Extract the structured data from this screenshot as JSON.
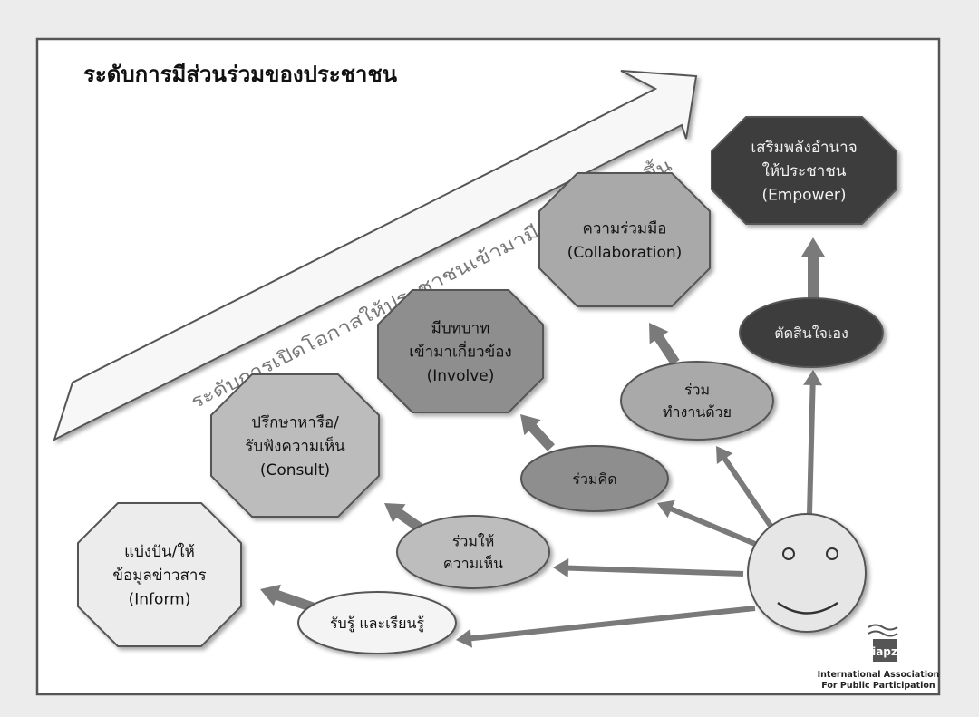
{
  "title": "ระดับการมีส่วนร่วมของประชาชน",
  "arrow_label": "ระดับการเปิดโอกาสให้ประชาชนเข้ามามีส่วนร่วมที่สูงขึ้น",
  "levels": [
    {
      "lines": [
        "แบ่งปัน/ให้",
        "ข้อมูลข่าวสาร",
        "(Inform)"
      ],
      "fill": "#ececec"
    },
    {
      "lines": [
        "ปรึกษาหารือ/",
        "รับฟังความเห็น",
        "(Consult)"
      ],
      "fill": "#bcbcbc"
    },
    {
      "lines": [
        "มีบทบาท",
        "เข้ามาเกี่ยวข้อง",
        "(Involve)"
      ],
      "fill": "#8e8e8e"
    },
    {
      "lines": [
        "ความร่วมมือ",
        "(Collaboration)"
      ],
      "fill": "#a9a9a9"
    },
    {
      "lines": [
        "เสริมพลังอำนาจ",
        "ให้ประชาชน",
        "(Empower)"
      ],
      "fill": "#3e3e3e"
    }
  ],
  "actions": [
    {
      "lines": [
        "รับรู้ และเรียนรู้"
      ],
      "fill": "#f4f4f4"
    },
    {
      "lines": [
        "ร่วมให้",
        "ความเห็น"
      ],
      "fill": "#bdbdbd"
    },
    {
      "lines": [
        "ร่วมคิด"
      ],
      "fill": "#8e8e8e"
    },
    {
      "lines": [
        "ร่วม",
        "ทำงานด้วย"
      ],
      "fill": "#a9a9a9"
    },
    {
      "lines": [
        "ตัดสินใจเอง"
      ],
      "fill": "#3e3e3e"
    }
  ],
  "logo": {
    "mark": "iapz",
    "org_line1": "International Association",
    "org_line2": "For Public Participation"
  },
  "colors": {
    "background": "#ececec",
    "panel": "#ffffff",
    "outline": "#555555",
    "arrow": "#7a7a7a",
    "dark_text": "#111111",
    "light_text": "#f2f2f2"
  },
  "icons": {
    "participant": "smiley-face-icon"
  }
}
